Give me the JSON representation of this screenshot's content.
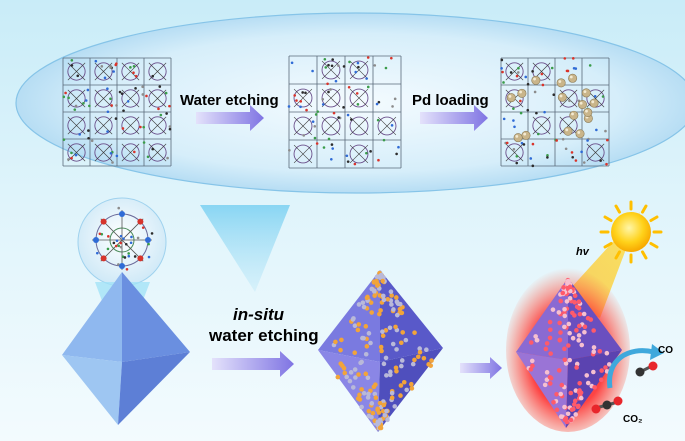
{
  "top_panel": {
    "step1_label": "Water etching",
    "step2_label": "Pd loading"
  },
  "bottom_panel": {
    "insitu_label": "in-situ",
    "water_etching_label": "water etching",
    "light_label": "hv",
    "product_label": "CO",
    "reactant_label": "CO₂"
  },
  "colors": {
    "ellipse_fill": "#b9dff5",
    "arrow": "#8f86e6",
    "octahedron_blue": "#5f7fd8",
    "crystal_purple": "#6a6ad6",
    "nanoparticle_orange": "#f2a43a",
    "pd_particle": "#c9b58a",
    "glow_red": "#ff3a2e",
    "sun_yellow": "#ffcc14"
  },
  "icons": [
    "framework-structure-icon",
    "octahedron-crystal-icon",
    "sun-icon",
    "co2-molecule-icon",
    "co-molecule-icon"
  ]
}
